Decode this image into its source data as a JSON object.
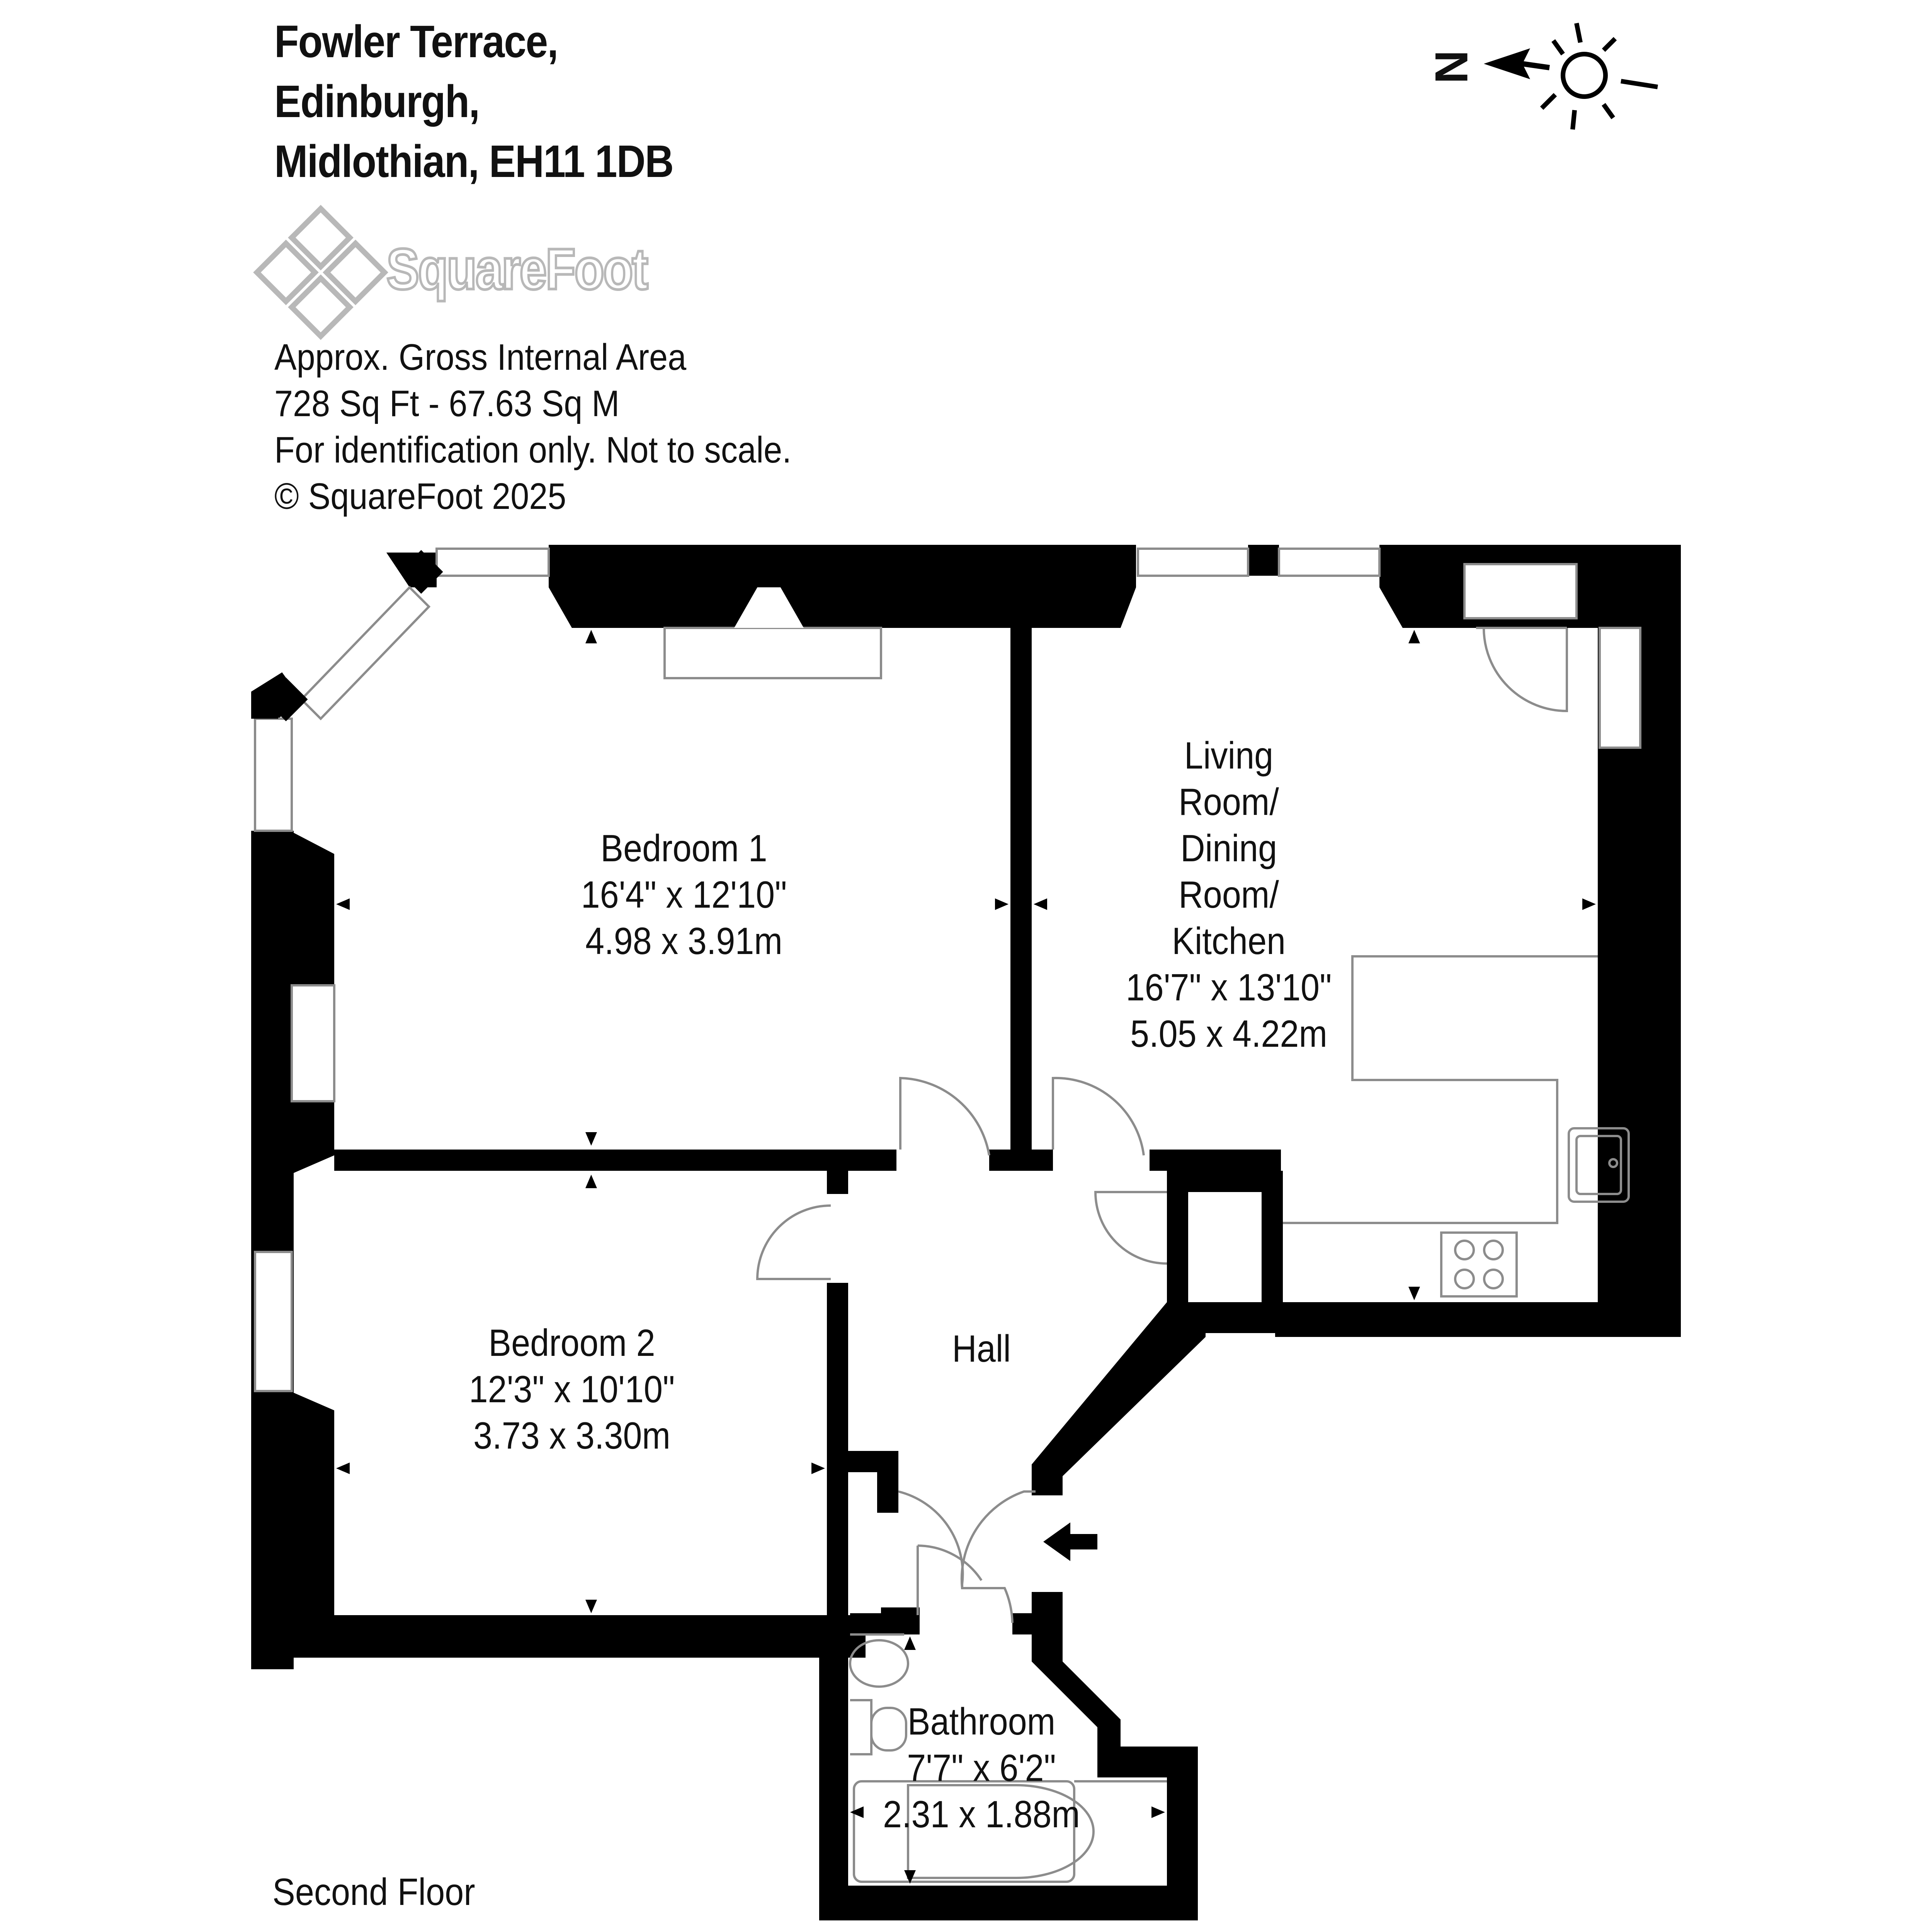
{
  "address": [
    "Fowler Terrace,",
    "Edinburgh,",
    "Midlothian, EH11 1DB"
  ],
  "brand": "SquareFoot",
  "info": [
    "Approx. Gross Internal Area",
    "728 Sq Ft  -  67.63 Sq M",
    "For identification only. Not to scale.",
    "© SquareFoot 2025"
  ],
  "compass_letter": "N",
  "floor_label": "Second Floor",
  "rooms": {
    "bedroom1": {
      "name": "Bedroom 1",
      "imperial": "16'4\" x 12'10\"",
      "metric": "4.98 x 3.91m"
    },
    "living": {
      "name": [
        "Living",
        "Room/",
        "Dining",
        "Room/",
        "Kitchen"
      ],
      "imperial": "16'7\" x 13'10\"",
      "metric": "5.05 x 4.22m"
    },
    "bedroom2": {
      "name": "Bedroom 2",
      "imperial": "12'3\" x 10'10\"",
      "metric": "3.73 x 3.30m"
    },
    "hall": {
      "name": "Hall"
    },
    "bathroom": {
      "name": "Bathroom",
      "imperial": "7'7\" x 6'2\"",
      "metric": "2.31 x 1.88m"
    }
  },
  "colors": {
    "wall": "#000000",
    "fixture": "#8c8c8c",
    "logo": "#b8b8b8"
  }
}
